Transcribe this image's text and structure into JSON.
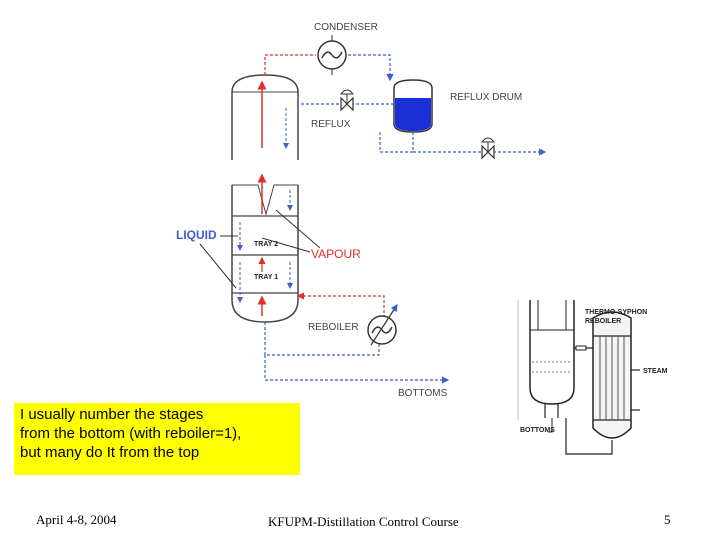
{
  "diagram_left": {
    "labels": {
      "condenser": "CONDENSER",
      "reflux_drum": "REFLUX DRUM",
      "reflux": "REFLUX",
      "liquid": "LIQUID",
      "tray2": "TRAY 2",
      "vapour": "VAPOUR",
      "tray1": "TRAY 1",
      "reboiler": "REBOILER",
      "bottoms": "BOTTOMS"
    }
  },
  "diagram_right": {
    "labels": {
      "thermo_syphon": "THERMO-SYPHON",
      "reboiler": "REBOILER",
      "steam": "STEAM",
      "bottoms": "BOTTOMS"
    }
  },
  "note": {
    "lines": [
      "I usually number the stages",
      "from the bottom (with reboiler=1),",
      "but many do It from the top"
    ]
  },
  "footer": {
    "date": "April 4-8, 2004",
    "course": "KFUPM-Distillation Control Course",
    "page": "5"
  },
  "colors": {
    "liquid_blue": "#1a2fd6",
    "vapour_red": "#e0302a",
    "note_yellow": "#ffff00"
  }
}
